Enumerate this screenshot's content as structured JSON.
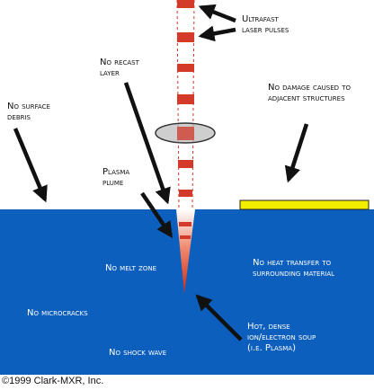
{
  "labels": {
    "ultrafast_pulses": [
      "Ultrafast",
      "laser pulses"
    ],
    "no_recast": [
      "No recast",
      "layer"
    ],
    "no_damage": [
      "No damage caused to",
      "adjacent structures"
    ],
    "no_debris": [
      "No surface",
      "debris"
    ],
    "plasma_plume": [
      "Plasma",
      "plume"
    ],
    "no_melt": "No melt zone",
    "no_heat": [
      "No heat transfer to",
      "surrounding material"
    ],
    "no_microcracks": "No microcracks",
    "hot_soup": [
      "Hot, dense",
      "ion/electron soup",
      "(i.e. Plasma)"
    ],
    "no_shock": "No shock wave"
  },
  "copyright": "©1999 Clark-MXR, Inc.",
  "colors": {
    "material": "#0d5fbd",
    "laser": "#d43a2a",
    "structure": "#f2ee00",
    "arrow": "#111111"
  }
}
